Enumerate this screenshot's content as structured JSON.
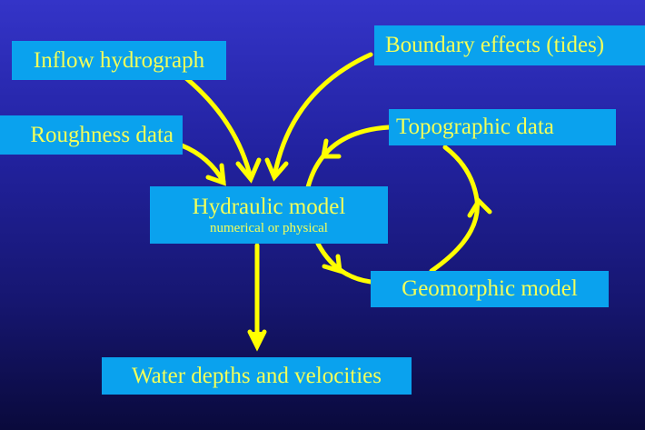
{
  "nodes": {
    "inflow": "Inflow hydrograph",
    "boundary": "Boundary effects (tides)",
    "roughness": "Roughness data",
    "topographic": "Topographic data",
    "hydraulic": "Hydraulic model",
    "hydraulic_sub": "numerical or physical",
    "geomorphic": "Geomorphic model",
    "output": "Water depths and velocities"
  },
  "colors": {
    "box": "#0aa2ee",
    "text": "#f2ff5a",
    "arrow": "#ffff00"
  }
}
